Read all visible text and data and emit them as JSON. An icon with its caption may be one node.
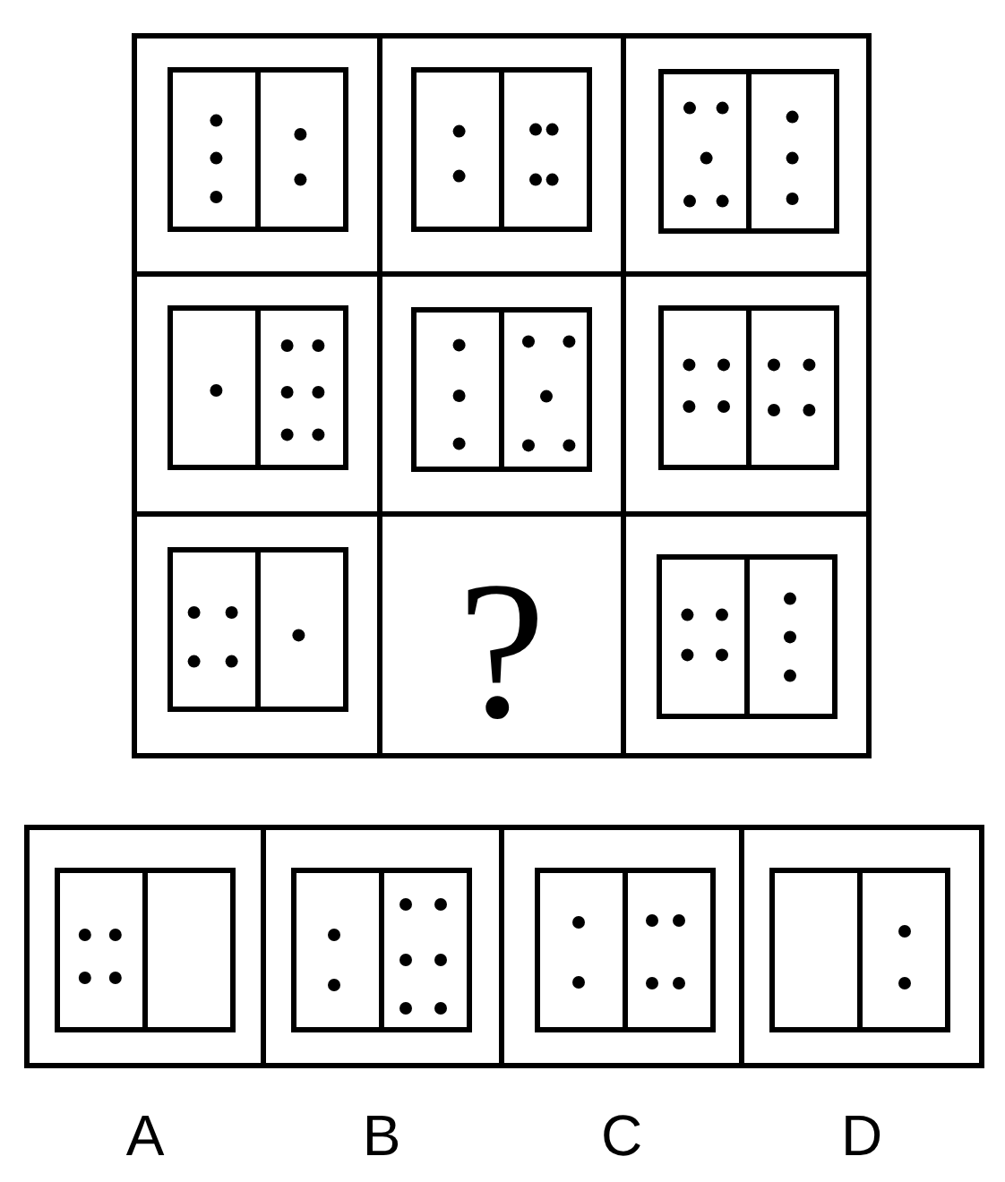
{
  "diagram": {
    "labels": [
      "?",
      "A",
      "B",
      "C",
      "D"
    ]
  }
}
